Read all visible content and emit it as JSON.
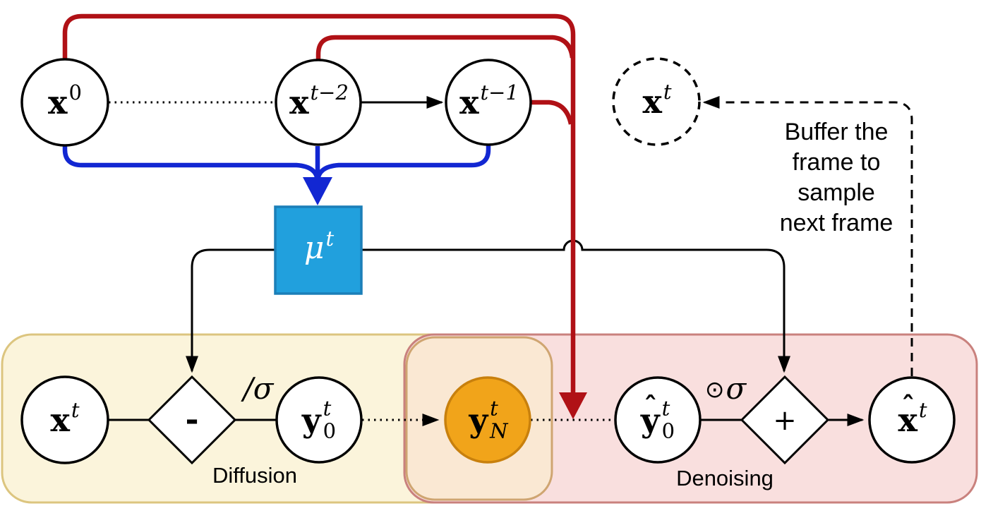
{
  "diagram": {
    "colors": {
      "red": "#B01116",
      "blue": "#1227D2",
      "mu_fill": "#21A0DD",
      "mu_stroke": "#1B7FB8",
      "noise_fill": "#F1A41A",
      "noise_stroke": "#C8800D",
      "diffusion_fill": "#FBF4DB",
      "diffusion_stroke": "#DCC57F",
      "denoising_fill": "#F9DFDE",
      "denoising_stroke": "#C9817D",
      "overlap_fill": "#FAE8D3",
      "overlap_stroke": "#CFA571"
    },
    "nodes": {
      "x0": {
        "base": "x",
        "sup": "0"
      },
      "xtm2": {
        "base": "x",
        "sup": "t−2"
      },
      "xtm1": {
        "base": "x",
        "sup": "t−1"
      },
      "xt_buffered": {
        "base": "x",
        "sup": "t"
      },
      "mu": {
        "base": "μ",
        "sup": "t"
      },
      "xt_input": {
        "base": "x",
        "sup": "t"
      },
      "y0": {
        "base": "y",
        "sup": "t",
        "sub": "0"
      },
      "yN": {
        "base": "y",
        "sup": "t",
        "sub": "N"
      },
      "yhat0": {
        "base": "y",
        "hat": "ˆ",
        "sup": "t",
        "sub": "0"
      },
      "xhat": {
        "base": "x",
        "hat": "ˆ",
        "sup": "t"
      }
    },
    "operators": {
      "minus": "-",
      "plus": "+",
      "slash": "/",
      "dot": "⊙",
      "sigma": "σ"
    },
    "regions": {
      "diffusion_label": "Diffusion",
      "denoising_label": "Denoising"
    },
    "annotation": {
      "line1": "Buffer the",
      "line2": "frame to",
      "line3": "sample",
      "line4": "next frame"
    }
  }
}
